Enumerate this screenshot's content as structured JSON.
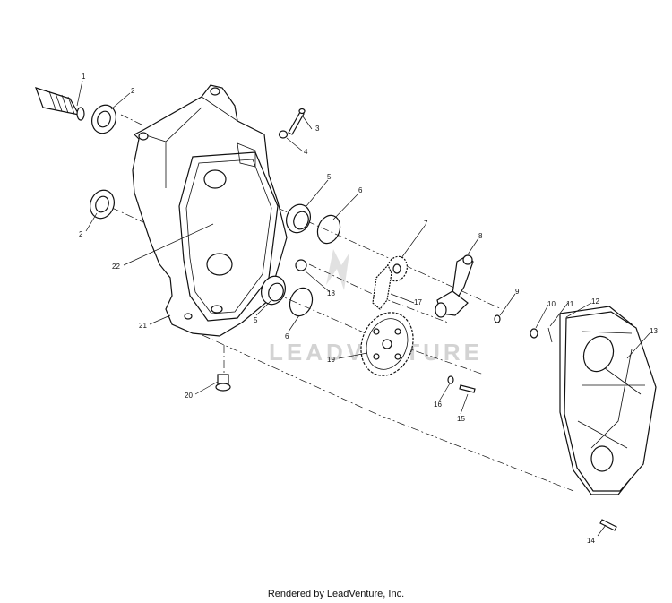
{
  "footer": "Rendered by LeadVenture, Inc.",
  "watermark": "LEADVENTURE",
  "callouts": [
    {
      "id": "c1",
      "text": "1"
    },
    {
      "id": "c2a",
      "text": "2"
    },
    {
      "id": "c2b",
      "text": "2"
    },
    {
      "id": "c3",
      "text": "3"
    },
    {
      "id": "c4",
      "text": "4"
    },
    {
      "id": "c5a",
      "text": "5"
    },
    {
      "id": "c5b",
      "text": "5"
    },
    {
      "id": "c6a",
      "text": "6"
    },
    {
      "id": "c6b",
      "text": "6"
    },
    {
      "id": "c7",
      "text": "7"
    },
    {
      "id": "c8",
      "text": "8"
    },
    {
      "id": "c9",
      "text": "9"
    },
    {
      "id": "c10",
      "text": "10"
    },
    {
      "id": "c11",
      "text": "11"
    },
    {
      "id": "c12",
      "text": "12"
    },
    {
      "id": "c13",
      "text": "13"
    },
    {
      "id": "c14",
      "text": "14"
    },
    {
      "id": "c15",
      "text": "15"
    },
    {
      "id": "c16",
      "text": "16"
    },
    {
      "id": "c17",
      "text": "17"
    },
    {
      "id": "c18",
      "text": "18"
    },
    {
      "id": "c19",
      "text": "19"
    },
    {
      "id": "c20",
      "text": "20"
    },
    {
      "id": "c21",
      "text": "21"
    },
    {
      "id": "c22",
      "text": "22"
    }
  ]
}
